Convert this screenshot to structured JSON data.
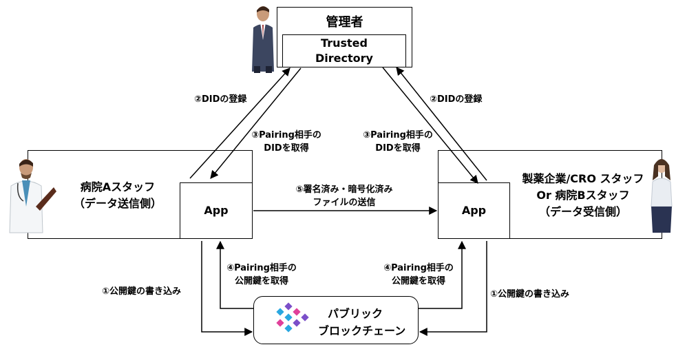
{
  "admin": {
    "title": "管理者",
    "directory_line1": "Trusted",
    "directory_line2": "Directory"
  },
  "hospital_a": {
    "line1": "病院Aスタッフ",
    "line2": "（データ送信側）",
    "app_label": "App"
  },
  "pharma": {
    "line1": "製薬企業/CRO スタッフ",
    "line2": "Or 病院Bスタッフ",
    "line3": "（データ受信側）",
    "app_label": "App"
  },
  "blockchain": {
    "line1": "パブリック",
    "line2": "ブロックチェーン"
  },
  "steps": {
    "did_register_left": "②DIDの登録",
    "did_register_right": "②DIDの登録",
    "pairing_did_left_1": "③Pairing相手の",
    "pairing_did_left_2": "DIDを取得",
    "pairing_did_right_1": "③Pairing相手の",
    "pairing_did_right_2": "DIDを取得",
    "send_file_1": "⑤署名済み・暗号化済み",
    "send_file_2": "ファイルの送信",
    "pairing_key_left_1": "④Pairing相手の",
    "pairing_key_left_2": "公開鍵を取得",
    "pairing_key_right_1": "④Pairing相手の",
    "pairing_key_right_2": "公開鍵を取得",
    "write_key_left": "①公開鍵の書き込み",
    "write_key_right": "①公開鍵の書き込み"
  }
}
